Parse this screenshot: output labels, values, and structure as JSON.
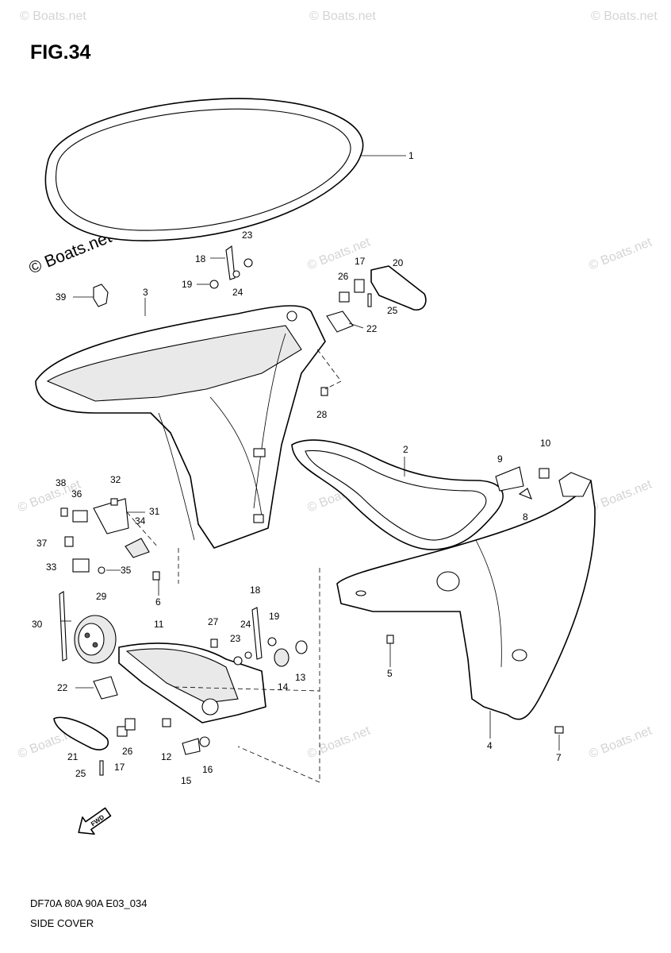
{
  "figure": {
    "title": "FIG.34",
    "code": "DF70A 80A 90A E03_034",
    "caption": "SIDE COVER"
  },
  "watermark": "© Boats.net",
  "direction_arrow": {
    "label": "FWD"
  },
  "callouts": [
    {
      "id": "1",
      "label": "1"
    },
    {
      "id": "2",
      "label": "2"
    },
    {
      "id": "3",
      "label": "3"
    },
    {
      "id": "4",
      "label": "4"
    },
    {
      "id": "5",
      "label": "5"
    },
    {
      "id": "6",
      "label": "6"
    },
    {
      "id": "7",
      "label": "7"
    },
    {
      "id": "8",
      "label": "8"
    },
    {
      "id": "9",
      "label": "9"
    },
    {
      "id": "10",
      "label": "10"
    },
    {
      "id": "11",
      "label": "11"
    },
    {
      "id": "12",
      "label": "12"
    },
    {
      "id": "13",
      "label": "13"
    },
    {
      "id": "14",
      "label": "14"
    },
    {
      "id": "15",
      "label": "15"
    },
    {
      "id": "16",
      "label": "16"
    },
    {
      "id": "17a",
      "label": "17"
    },
    {
      "id": "17b",
      "label": "17"
    },
    {
      "id": "18a",
      "label": "18"
    },
    {
      "id": "18b",
      "label": "18"
    },
    {
      "id": "19a",
      "label": "19"
    },
    {
      "id": "19b",
      "label": "19"
    },
    {
      "id": "20",
      "label": "20"
    },
    {
      "id": "21",
      "label": "21"
    },
    {
      "id": "22a",
      "label": "22"
    },
    {
      "id": "22b",
      "label": "22"
    },
    {
      "id": "23a",
      "label": "23"
    },
    {
      "id": "23b",
      "label": "23"
    },
    {
      "id": "24a",
      "label": "24"
    },
    {
      "id": "24b",
      "label": "24"
    },
    {
      "id": "25a",
      "label": "25"
    },
    {
      "id": "25b",
      "label": "25"
    },
    {
      "id": "26a",
      "label": "26"
    },
    {
      "id": "26b",
      "label": "26"
    },
    {
      "id": "27",
      "label": "27"
    },
    {
      "id": "28",
      "label": "28"
    },
    {
      "id": "29",
      "label": "29"
    },
    {
      "id": "30",
      "label": "30"
    },
    {
      "id": "31",
      "label": "31"
    },
    {
      "id": "32",
      "label": "32"
    },
    {
      "id": "33",
      "label": "33"
    },
    {
      "id": "34",
      "label": "34"
    },
    {
      "id": "35",
      "label": "35"
    },
    {
      "id": "36",
      "label": "36"
    },
    {
      "id": "37",
      "label": "37"
    },
    {
      "id": "38",
      "label": "38"
    },
    {
      "id": "39",
      "label": "39"
    }
  ]
}
